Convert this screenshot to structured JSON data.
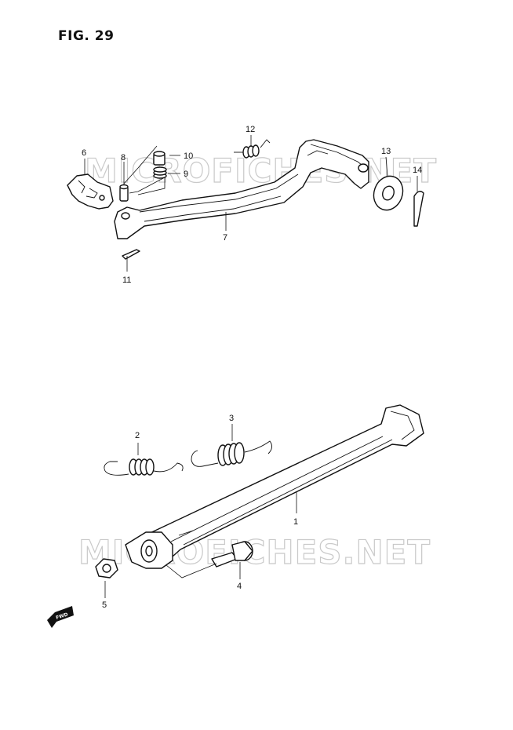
{
  "figure": {
    "title": "FIG. 29"
  },
  "watermark": {
    "text": "MICROFICHES.NET"
  },
  "fwd_badge": {
    "text": "FWD"
  },
  "callouts": [
    {
      "id": "1"
    },
    {
      "id": "2"
    },
    {
      "id": "3"
    },
    {
      "id": "4"
    },
    {
      "id": "5"
    },
    {
      "id": "6"
    },
    {
      "id": "7"
    },
    {
      "id": "8"
    },
    {
      "id": "9"
    },
    {
      "id": "10"
    },
    {
      "id": "11"
    },
    {
      "id": "12"
    },
    {
      "id": "13"
    },
    {
      "id": "14"
    }
  ]
}
